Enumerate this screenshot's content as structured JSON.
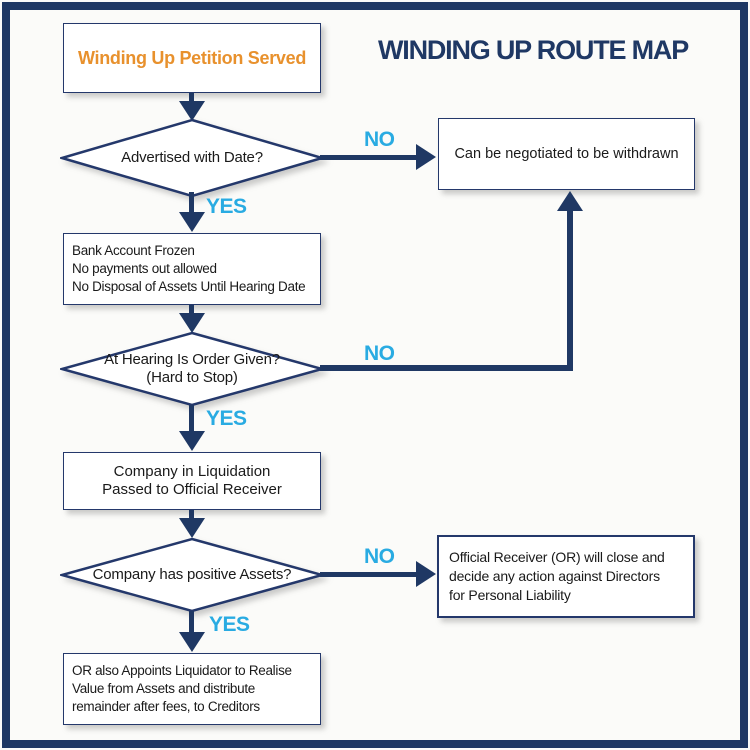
{
  "meta": {
    "title": "WINDING UP ROUTE MAP"
  },
  "colors": {
    "navy": "#1f3864",
    "cyan": "#29abe2",
    "orange": "#e8912d",
    "box_background": "#ffffff",
    "page_background": "#fbfbf9"
  },
  "labels": {
    "yes": "YES",
    "no": "NO"
  },
  "nodes": {
    "start": {
      "label": "Winding Up Petition Served"
    },
    "advertised": {
      "question": "Advertised with Date?"
    },
    "withdrawn": {
      "label": "Can be negotiated to be withdrawn"
    },
    "frozen": {
      "lines": [
        "Bank Account Frozen",
        "No payments out allowed",
        "No Disposal of Assets Until Hearing Date"
      ]
    },
    "hearing": {
      "question_line1": "At Hearing Is Order Given?",
      "question_line2": "(Hard to Stop)"
    },
    "liquidation": {
      "lines": [
        "Company in Liquidation",
        "Passed to Official Receiver"
      ]
    },
    "assets": {
      "question": "Company has positive Assets?"
    },
    "or_close": {
      "lines": [
        "Official Receiver (OR) will close and",
        "decide any action against Directors",
        "for Personal Liability"
      ]
    },
    "liquidator": {
      "lines": [
        "OR also Appoints Liquidator to Realise",
        "Value from Assets and distribute",
        "remainder after fees, to Creditors"
      ]
    }
  }
}
